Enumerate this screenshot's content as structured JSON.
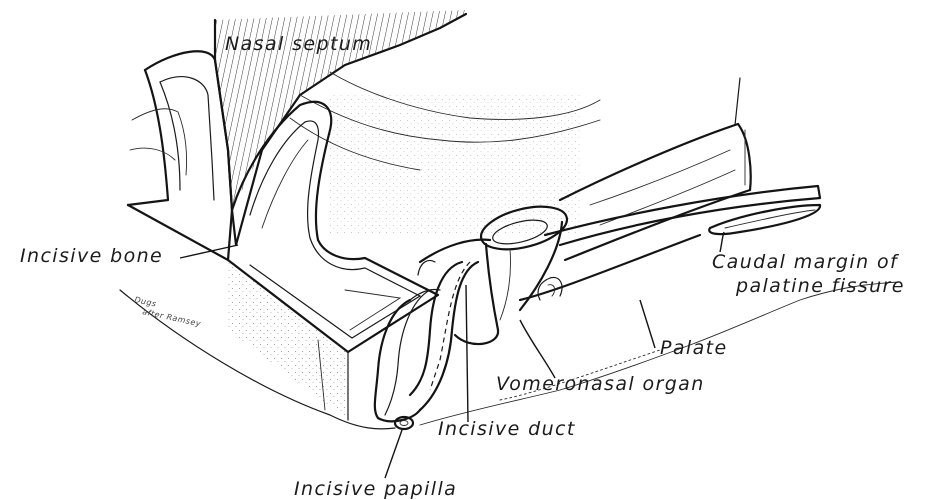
{
  "labels": {
    "nasal_septum": "Nasal septum",
    "incisive_bone": "Incisive bone",
    "caudal_margin_line1": "Caudal margin of",
    "caudal_margin_line2": "palatine fissure",
    "palate": "Palate",
    "vomeronasal_organ": "Vomeronasal organ",
    "incisive_duct": "Incisive duct",
    "incisive_papilla": "Incisive papilla"
  },
  "artist_signature": {
    "line1": "Dugs",
    "line2": "after Ramsey"
  },
  "colors": {
    "ink": "#141414",
    "background": "#ffffff"
  }
}
